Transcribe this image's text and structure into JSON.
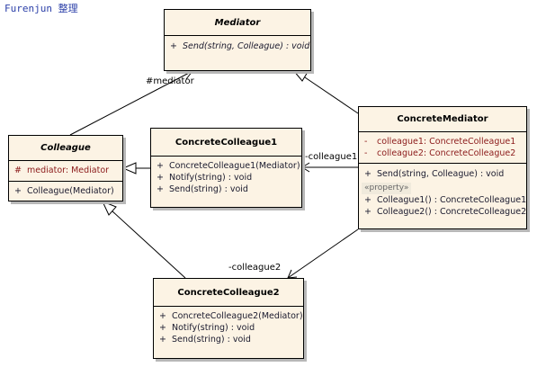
{
  "watermark": "Furenjun 整理",
  "classes": {
    "mediator": {
      "name": "Mediator",
      "operations": [
        {
          "vis": "+",
          "text": "Send(string, Colleague) : void"
        }
      ]
    },
    "colleague": {
      "name": "Colleague",
      "attributes": [
        {
          "vis": "#",
          "text": "mediator:  Mediator"
        }
      ],
      "operations": [
        {
          "vis": "+",
          "text": "Colleague(Mediator)"
        }
      ]
    },
    "concrete_colleague1": {
      "name": "ConcreteColleague1",
      "operations": [
        {
          "vis": "+",
          "text": "ConcreteColleague1(Mediator)"
        },
        {
          "vis": "+",
          "text": "Notify(string) : void"
        },
        {
          "vis": "+",
          "text": "Send(string) : void"
        }
      ]
    },
    "concrete_colleague2": {
      "name": "ConcreteColleague2",
      "operations": [
        {
          "vis": "+",
          "text": "ConcreteColleague2(Mediator)"
        },
        {
          "vis": "+",
          "text": "Notify(string) : void"
        },
        {
          "vis": "+",
          "text": "Send(string) : void"
        }
      ]
    },
    "concrete_mediator": {
      "name": "ConcreteMediator",
      "attributes": [
        {
          "vis": "-",
          "text": "colleague1:  ConcreteColleague1"
        },
        {
          "vis": "-",
          "text": "colleague2:  ConcreteColleague2"
        }
      ],
      "operations": [
        {
          "vis": "+",
          "text": "Send(string, Colleague) : void"
        }
      ],
      "stereotype": "«property»",
      "properties": [
        {
          "vis": "+",
          "text": "Colleague1() : ConcreteColleague1"
        },
        {
          "vis": "+",
          "text": "Colleague2() : ConcreteColleague2"
        }
      ]
    }
  },
  "associations": {
    "mediator_role": "#mediator",
    "colleague1_role": "-colleague1",
    "colleague2_role": "-colleague2"
  },
  "colors": {
    "class_fill": "#fcf3e4",
    "attribute_text": "#8b1a1a",
    "watermark_text": "#2b3fa8"
  }
}
